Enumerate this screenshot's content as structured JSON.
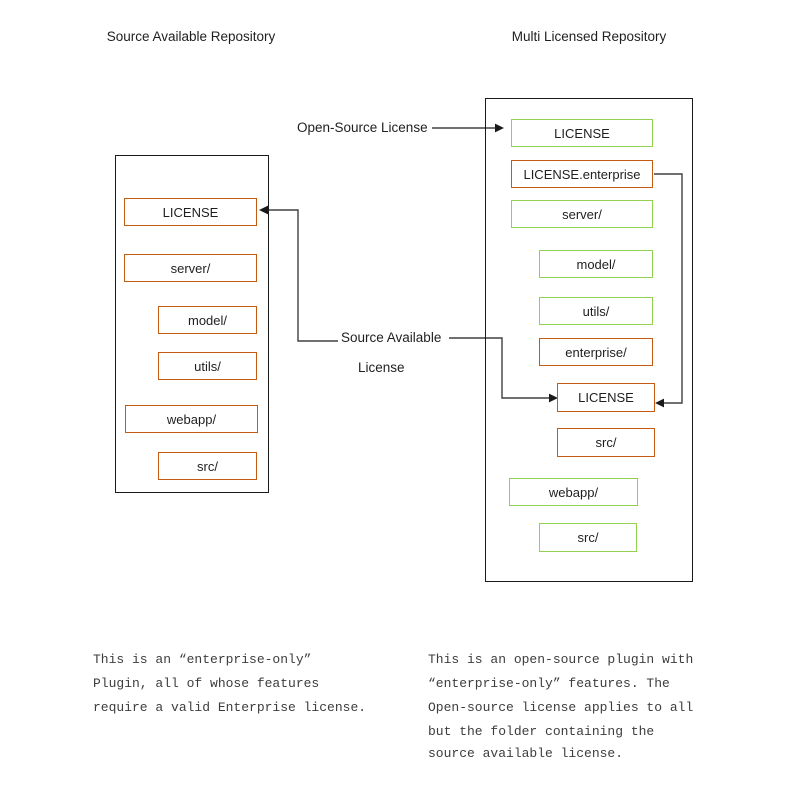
{
  "titles": {
    "left": "Source Available Repository",
    "right": "Multi Licensed Repository"
  },
  "connector_labels": {
    "open_source": "Open-Source License",
    "source_available_line1": "Source Available",
    "source_available_line2": "License"
  },
  "left_repo": {
    "title": "Source Available Repository",
    "items": [
      {
        "label": "LICENSE",
        "border_color": "#C55A11",
        "indent": 0
      },
      {
        "label": "server/",
        "border_color": "#C55A11",
        "indent": 0
      },
      {
        "label": "model/",
        "border_color": "#C55A11",
        "indent": 1
      },
      {
        "label": "utils/",
        "border_color": "#C55A11",
        "indent": 1
      },
      {
        "label": "webapp/",
        "border_color": "#C55A11",
        "indent": 0
      },
      {
        "label": "src/",
        "border_color": "#C55A11",
        "indent": 1
      }
    ]
  },
  "right_repo": {
    "title": "Multi Licensed Repository",
    "items": [
      {
        "label": "LICENSE",
        "border_color": "#92D050",
        "indent": 0
      },
      {
        "label": "LICENSE.enterprise",
        "border_color": "#C55A11",
        "indent": 0
      },
      {
        "label": "server/",
        "border_color": "#92D050",
        "indent": 0
      },
      {
        "label": "model/",
        "border_color": "#92D050",
        "indent": 1
      },
      {
        "label": "utils/",
        "border_color": "#92D050",
        "indent": 1
      },
      {
        "label": "enterprise/",
        "border_color": "#C55A11",
        "indent": 1
      },
      {
        "label": "LICENSE",
        "border_color": "#C55A11",
        "indent": 2
      },
      {
        "label": "src/",
        "border_color": "#C55A11",
        "indent": 2
      },
      {
        "label": "webapp/",
        "border_color": "#92D050",
        "indent": 0
      },
      {
        "label": "src/",
        "border_color": "#92D050",
        "indent": 1
      }
    ]
  },
  "notes": {
    "left_lines": [
      "This is an “enterprise-only”",
      "Plugin, all of whose features",
      "require a valid Enterprise license."
    ],
    "right_lines": [
      "This is an open-source plugin with",
      "“enterprise-only” features. The",
      "Open-source license applies to all",
      "but the folder containing the",
      "source available license."
    ]
  },
  "colors": {
    "source_available_border": "#C55A11",
    "open_source_border": "#92D050",
    "connector_line": "#404040",
    "frame_border": "#1a1a1a",
    "background": "#ffffff"
  }
}
